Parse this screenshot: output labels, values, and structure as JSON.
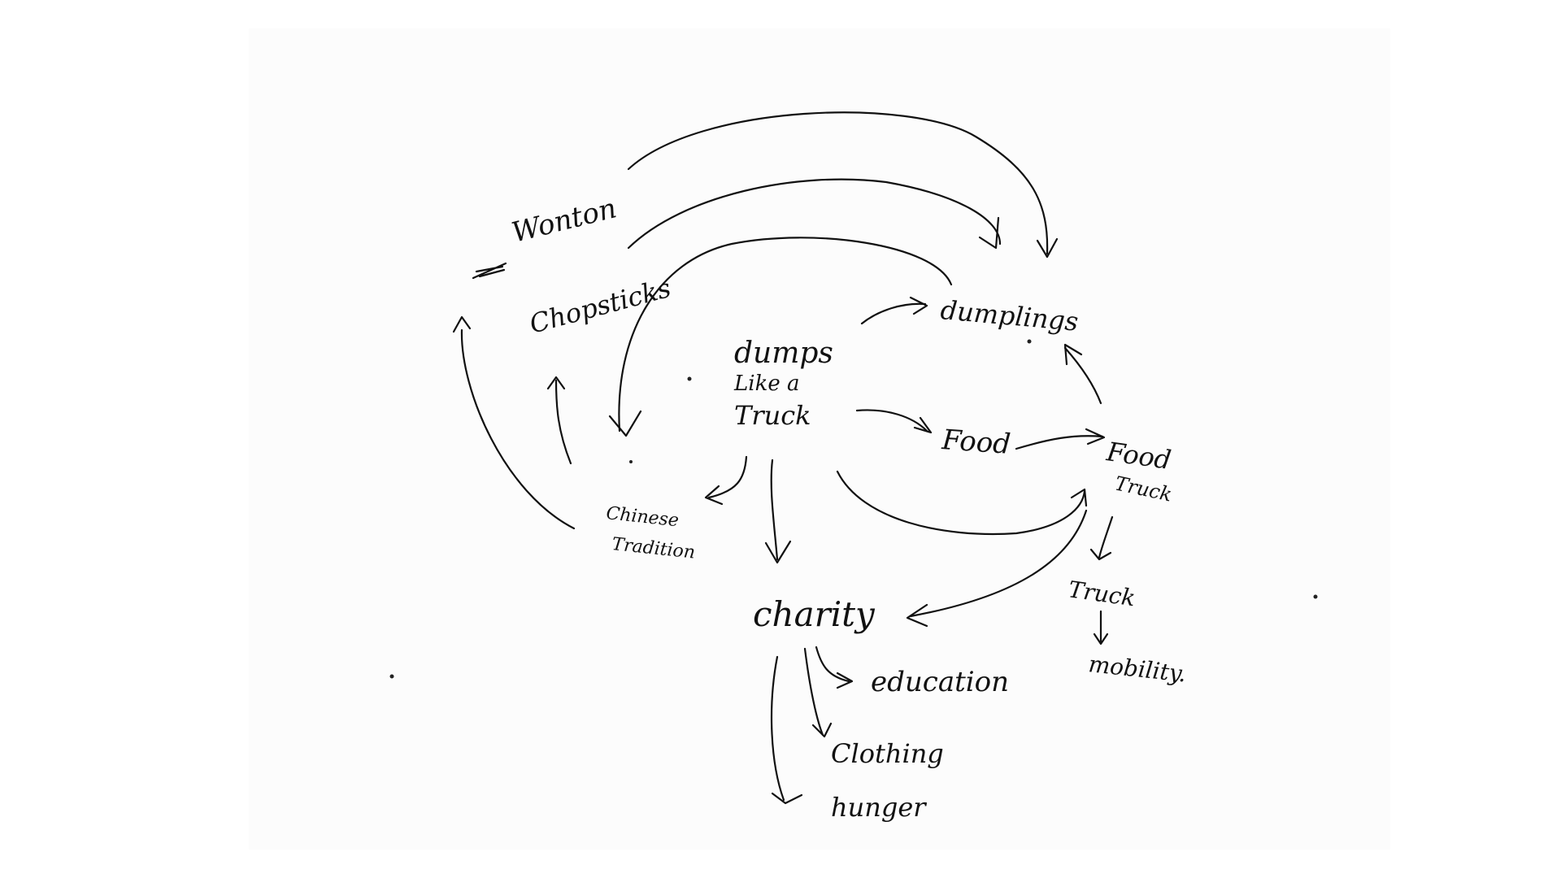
{
  "nodes": {
    "center_line1": "dumps",
    "center_line2": "Like a",
    "center_line3": "Truck",
    "wonton": "Wonton",
    "chopsticks": "Chopsticks",
    "dumplings": "dumplings",
    "food": "Food",
    "food_truck_line1": "Food",
    "food_truck_line2": "Truck",
    "chinese_tradition_line1": "Chinese",
    "chinese_tradition_line2": "Tradition",
    "charity": "charity",
    "truck": "Truck",
    "mobility": "mobility.",
    "education": "education",
    "clothing": "Clothing",
    "hunger": "hunger"
  }
}
